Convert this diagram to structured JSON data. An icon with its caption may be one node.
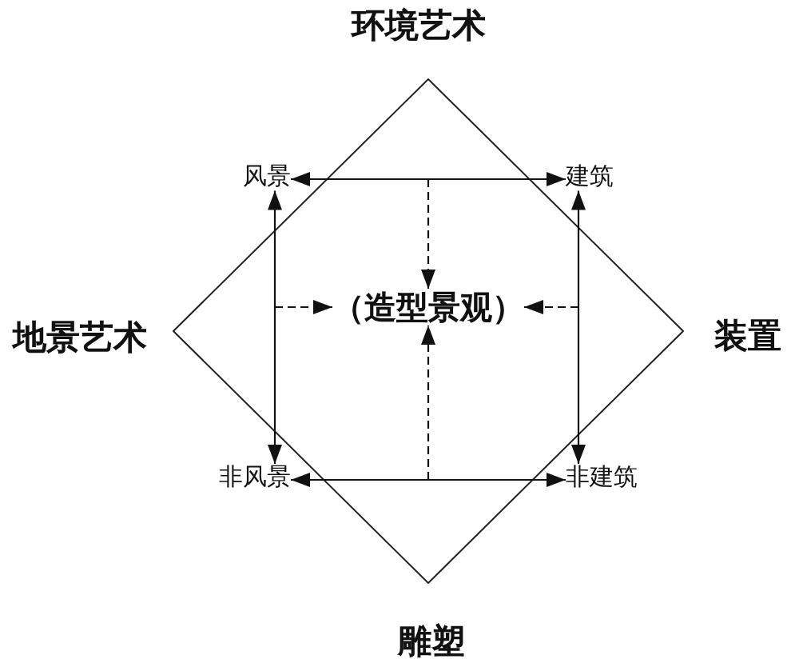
{
  "diagram": {
    "nodes": [
      {
        "text": [],
        "shape": "diamond"
      },
      {
        "text": [
          "风景"
        ]
      },
      {
        "text": [
          "建筑"
        ]
      },
      {
        "text": [
          "（造型景观）"
        ],
        "in": 0
      },
      {
        "text": [
          "非风景"
        ]
      },
      {
        "text": [
          "非建筑"
        ]
      }
    ],
    "edges": [
      {
        "from": 1,
        "to": 2,
        "arrow": "both"
      },
      {
        "from": 1,
        "to": 4,
        "arrow": "both"
      },
      {
        "from": 2,
        "to": 5,
        "arrow": "both"
      },
      {
        "from": 4,
        "to": 5,
        "arrow": "both"
      },
      {
        "from": null,
        "to": 3,
        "arrow": "to",
        "style": "dashed"
      },
      {
        "from": null,
        "to": 3,
        "arrow": "to",
        "style": "dashed"
      },
      {
        "from": null,
        "to": 3,
        "arrow": "to",
        "style": "dashed"
      },
      {
        "from": null,
        "to": 3,
        "arrow": "to",
        "style": "dashed"
      }
    ],
    "labels": [
      "环境艺术",
      "地景艺术",
      "装置",
      "雕塑"
    ]
  }
}
